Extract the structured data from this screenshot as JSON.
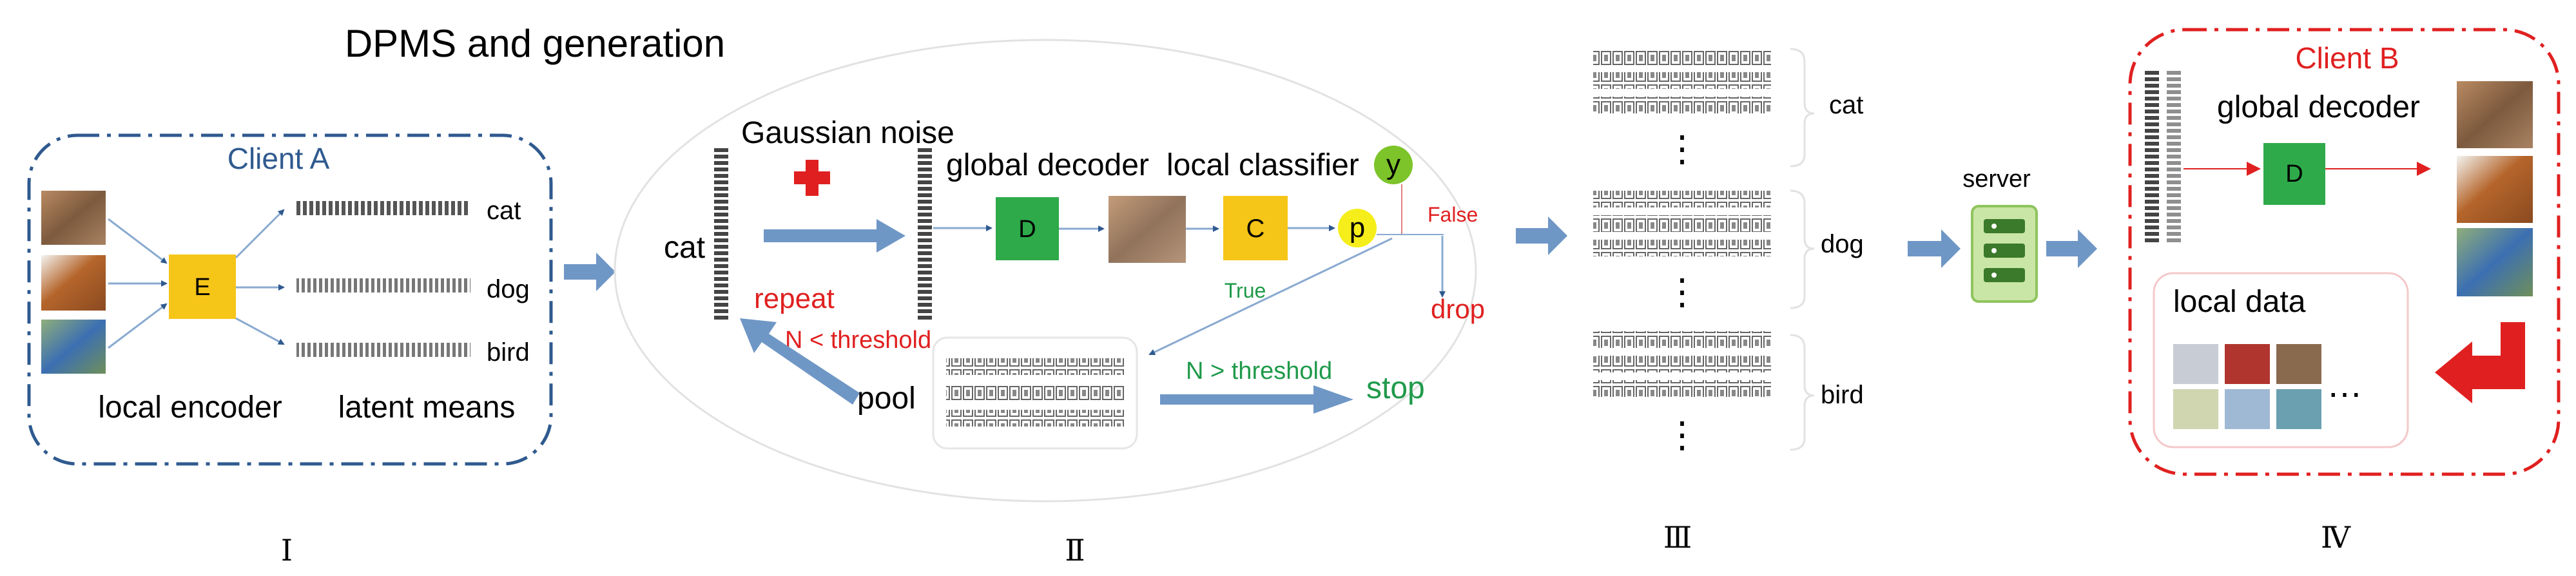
{
  "title": "DPMS and generation",
  "colors": {
    "blue_arrow": "#6f97c6",
    "client_a_border": "#2f5a8f",
    "client_b_border": "#e02020",
    "red": "#e02020",
    "green_text": "#1f9a4a",
    "decoder_green": "#2eaa4a",
    "encoder_yellow": "#f5c518",
    "y_green": "#7dc42a",
    "p_yellow": "#f5ee1a",
    "server_green": "#c9e6a6"
  },
  "stage1": {
    "client_label": "Client A",
    "encoder_label": "E",
    "classes": [
      "cat",
      "dog",
      "bird"
    ],
    "caption_left": "local encoder",
    "caption_right": "latent means",
    "numeral": "Ⅰ",
    "images": [
      "cat-photo",
      "dog-photo",
      "bird-photo"
    ]
  },
  "stage2": {
    "input_label": "cat",
    "noise_label": "Gaussian noise",
    "decoder_title": "global decoder",
    "classifier_title": "local classifier",
    "decoder_label": "D",
    "classifier_label": "C",
    "p_label": "p",
    "y_label": "y",
    "repeat_label": "repeat",
    "condition_repeat": "N < threshold",
    "pool_label": "pool",
    "condition_stop": "N > threshold",
    "stop_label": "stop",
    "true_label": "True",
    "false_label": "False",
    "drop_label": "drop",
    "numeral": "Ⅱ"
  },
  "stage3": {
    "classes": [
      "cat",
      "dog",
      "bird"
    ],
    "ellipsis": "⋮",
    "numeral": "Ⅲ"
  },
  "server": {
    "label": "server",
    "icon": "server-icon"
  },
  "stage4": {
    "client_label": "Client B",
    "decoder_title": "global decoder",
    "decoder_label": "D",
    "local_data_label": "local data",
    "ellipsis": "…",
    "numeral": "Ⅳ"
  }
}
